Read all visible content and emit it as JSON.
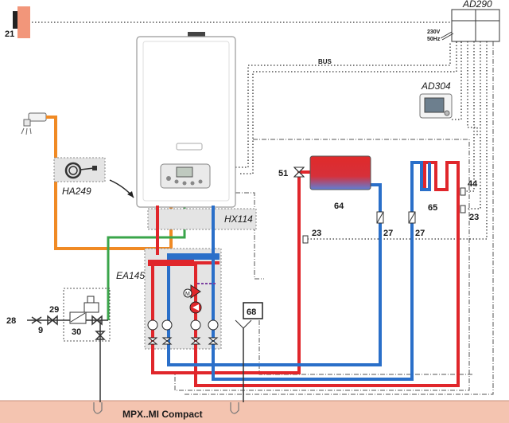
{
  "product_name": "MPX..MI Compact",
  "devices": {
    "ad290": "AD290",
    "ad304": "AD304",
    "ha249": "HA249",
    "hx114": "HX114",
    "ea145": "EA145"
  },
  "bus_label": "BUS",
  "power_label_voltage": "230V",
  "power_label_freq": "50Hz",
  "component_numbers": {
    "n21": "21",
    "n28": "28",
    "n9": "9",
    "n29": "29",
    "n30": "30",
    "n51": "51",
    "n64": "64",
    "n27a": "27",
    "n23a": "23",
    "n27b": "27",
    "n65": "65",
    "n44": "44",
    "n23b": "23",
    "n68": "68"
  },
  "colors": {
    "flow": "#e0262b",
    "return": "#2a6fc9",
    "dhw": "#f08a24",
    "cold": "#3aa54a",
    "floor": "#f4c4b0",
    "boiler": "#ffffff",
    "accessory_bg": "#e4e4e4"
  }
}
